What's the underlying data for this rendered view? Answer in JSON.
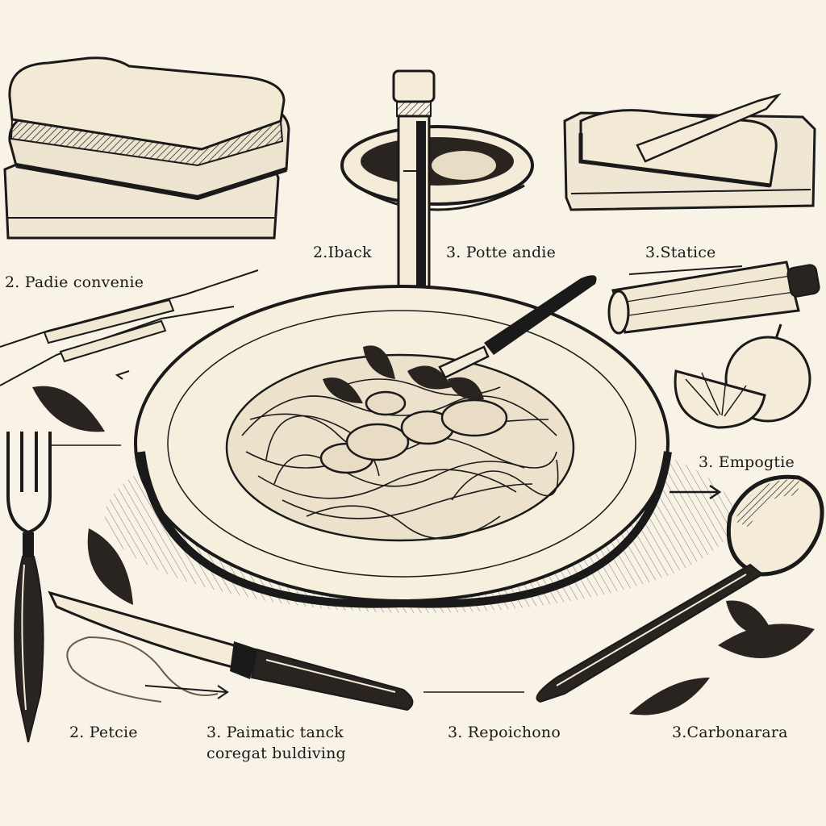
{
  "illustration": {
    "subject": "engraved-style pasta carbonara place setting",
    "background_color": "#f8f3e6",
    "ink_color": "#1a1a1a"
  },
  "labels": {
    "padie_convenie": "2. Padie convenie",
    "iback": "2.Iback",
    "potte_andie": "3. Potte andie",
    "statice": "3.Statice",
    "empogtie": "3. Empogtie",
    "petcie": "2. Petcie",
    "paimatic_line1": "3. Paimatic tanck",
    "paimatic_line2": "coregat buldiving",
    "repoichono": "3. Repoichono",
    "carbonarara": "3.Carbonarara"
  },
  "objects": [
    {
      "name": "stacked-bread-slices"
    },
    {
      "name": "bowl-with-sauce"
    },
    {
      "name": "pepper-mill"
    },
    {
      "name": "toast-on-board"
    },
    {
      "name": "rolling-pin"
    },
    {
      "name": "lemon-and-apple"
    },
    {
      "name": "pasta-plate"
    },
    {
      "name": "fork"
    },
    {
      "name": "knife"
    },
    {
      "name": "spoon"
    },
    {
      "name": "basil-leaves"
    },
    {
      "name": "skewers"
    }
  ]
}
